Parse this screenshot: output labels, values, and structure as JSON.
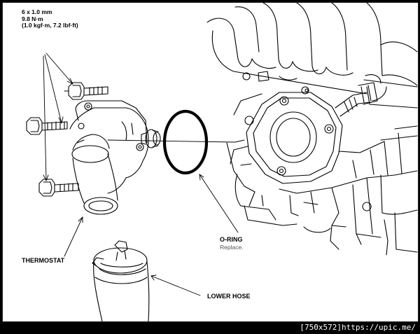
{
  "spec": {
    "line1": "6 x 1.0 mm",
    "line2": "9.8 N·m",
    "line3": "(1.0 kgf·m, 7.2 lbf·ft)"
  },
  "labels": {
    "oring": "O-RING",
    "oring_note": "Replace.",
    "thermostat": "THERMOSTAT",
    "lower_hose": "LOWER HOSE"
  },
  "watermark": "[750x572]https://upic.me/"
}
